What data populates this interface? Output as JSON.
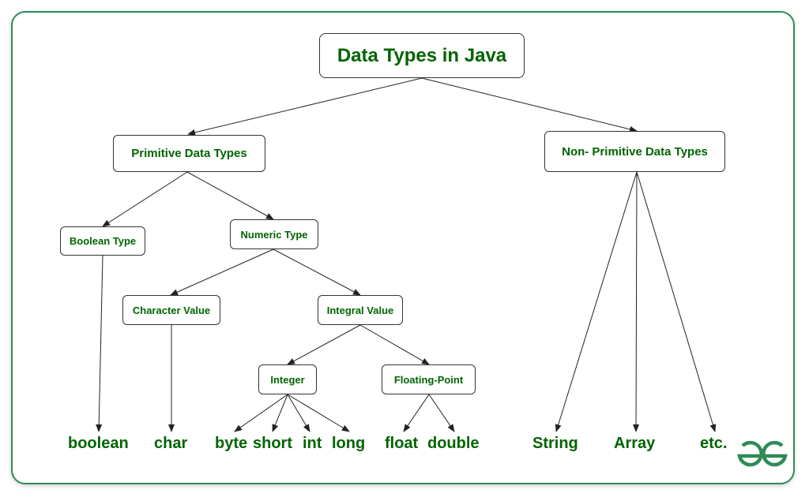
{
  "diagram": {
    "title": "Data Types in Java",
    "nodes": {
      "primitive": "Primitive Data Types",
      "non_primitive": "Non- Primitive Data Types",
      "boolean_type": "Boolean Type",
      "numeric_type": "Numeric Type",
      "character_value": "Character Value",
      "integral_value": "Integral Value",
      "integer": "Integer",
      "floating_point": "Floating-Point"
    },
    "leaves": {
      "boolean": "boolean",
      "char": "char",
      "byte": "byte",
      "short": "short",
      "int": "int",
      "long": "long",
      "float": "float",
      "double": "double",
      "string": "String",
      "array": "Array",
      "etc": "etc."
    }
  },
  "colors": {
    "text": "#006400",
    "frame": "#2e8b57",
    "box_border": "#333333",
    "edge": "#222222"
  },
  "logo": {
    "icon": "geeksforgeeks-logo"
  }
}
